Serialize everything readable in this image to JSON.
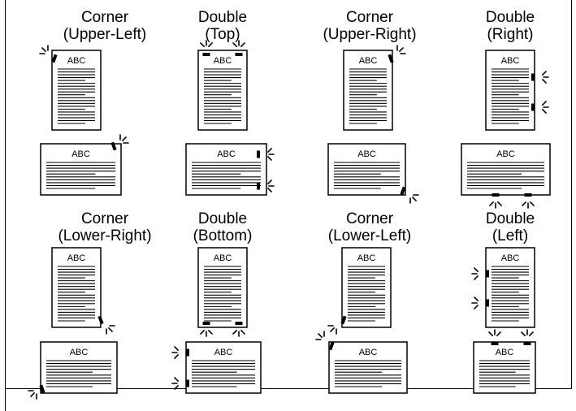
{
  "doc_label": "ABC",
  "groups": [
    {
      "id": "corner-upper-left",
      "title1": "Corner",
      "title2": "(Upper-Left)"
    },
    {
      "id": "double-top",
      "title1": "Double",
      "title2": "(Top)"
    },
    {
      "id": "corner-upper-right",
      "title1": "Corner",
      "title2": "(Upper-Right)"
    },
    {
      "id": "double-right",
      "title1": "Double",
      "title2": "(Right)"
    },
    {
      "id": "corner-lower-right",
      "title1": "Corner",
      "title2": "(Lower-Right)"
    },
    {
      "id": "double-bottom",
      "title1": "Double",
      "title2": "(Bottom)"
    },
    {
      "id": "corner-lower-left",
      "title1": "Corner",
      "title2": "(Lower-Left)"
    },
    {
      "id": "double-left",
      "title1": "Double",
      "title2": "(Left)"
    }
  ]
}
